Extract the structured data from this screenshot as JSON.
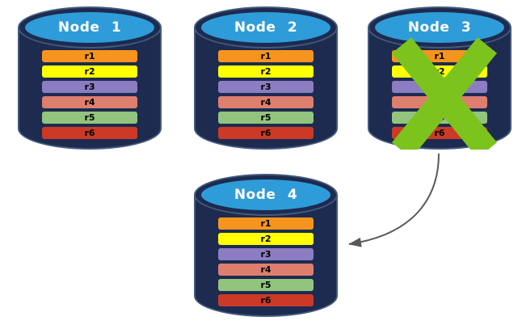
{
  "diagram": {
    "description": "Replicated database nodes; failed node's replicas recovered onto new node",
    "nodes": [
      {
        "label": "Node 1",
        "failed": false
      },
      {
        "label": "Node 2",
        "failed": false
      },
      {
        "label": "Node 3",
        "failed": true
      },
      {
        "label": "Node 4",
        "failed": false
      }
    ],
    "rows": [
      {
        "label": "r1",
        "color": "#F7941D"
      },
      {
        "label": "r2",
        "color": "#FFFF00"
      },
      {
        "label": "r3",
        "color": "#8C7CC2"
      },
      {
        "label": "r4",
        "color": "#DE7E6E"
      },
      {
        "label": "r5",
        "color": "#93C47D"
      },
      {
        "label": "r6",
        "color": "#CC3A27"
      }
    ],
    "colors": {
      "cylinder_body": "#1C2B4F",
      "cylinder_edge": "#44597E",
      "cylinder_top": "#2E9CD9",
      "node_label_text": "#FFFFFF",
      "row_label_text": "#000000",
      "failure_x": "#7CC31E",
      "arrow": "#595959",
      "background": "#FFFFFF"
    },
    "arrow_from": "Node 3",
    "arrow_to": "Node 4"
  }
}
